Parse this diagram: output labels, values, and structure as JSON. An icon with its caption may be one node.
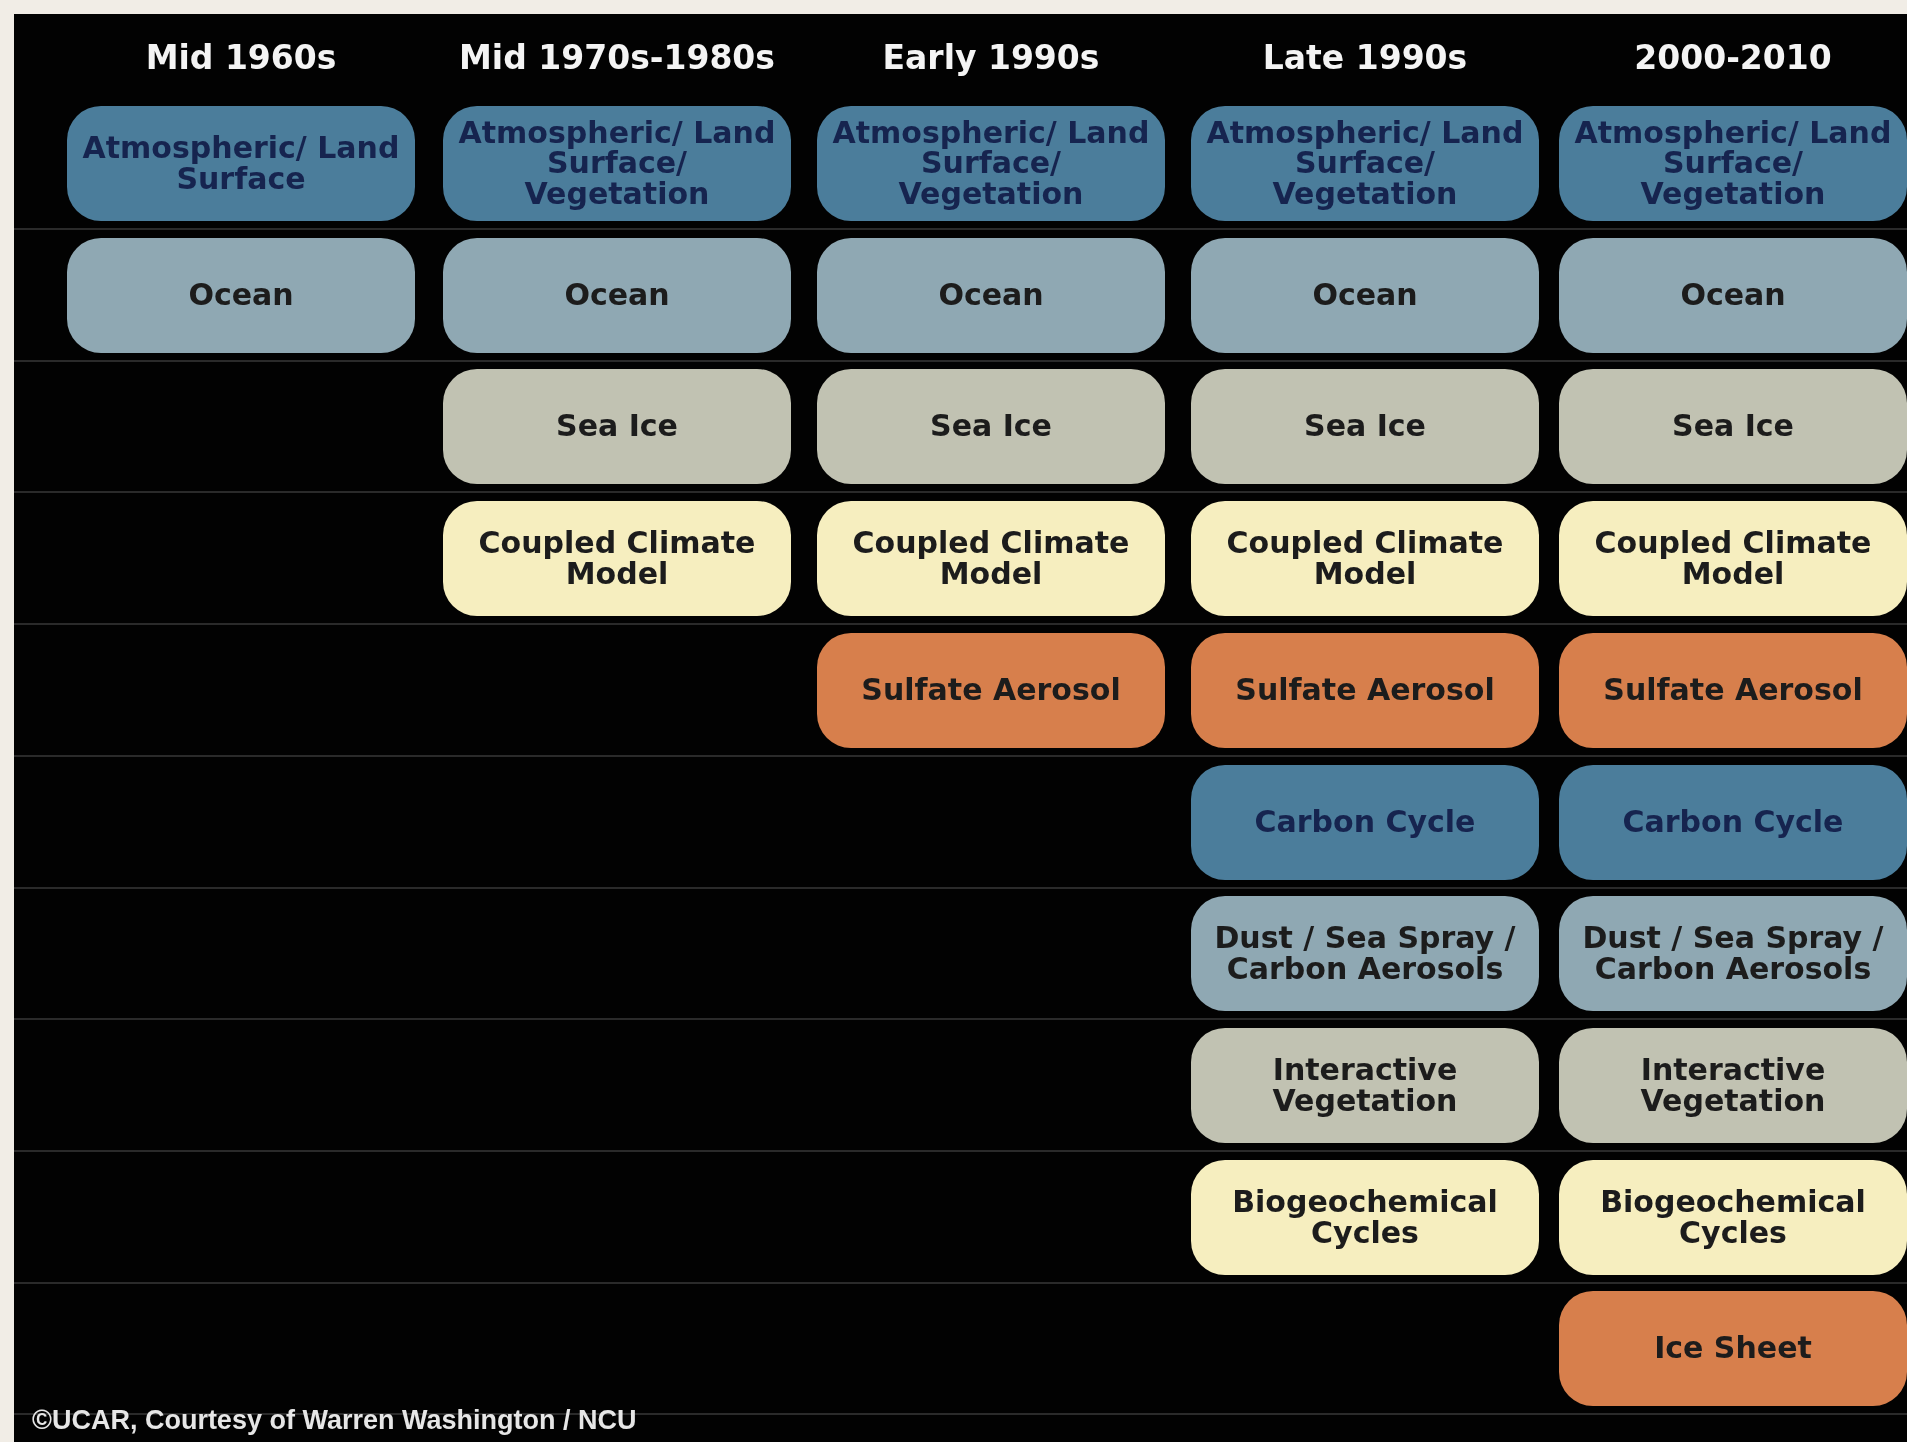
{
  "diagram": {
    "caption": "©UCAR, Courtesy of Warren Washington / NCU",
    "nodes": [
      {
        "text": [
          "Atmospheric/ Land Surface"
        ]
      },
      {
        "text": [
          "Atmospheric/ Land Surface/ Vegetation"
        ]
      },
      {
        "text": [
          "Atmospheric/ Land Surface/ Vegetation"
        ]
      },
      {
        "text": [
          "Atmospheric/ Land Surface/ Vegetation"
        ]
      },
      {
        "text": [
          "Atmospheric/ Land Surface/ Vegetation"
        ]
      },
      {
        "text": [
          "Ocean"
        ]
      },
      {
        "text": [
          "Ocean"
        ]
      },
      {
        "text": [
          "Ocean"
        ]
      },
      {
        "text": [
          "Ocean"
        ]
      },
      {
        "text": [
          "Ocean"
        ]
      },
      {
        "text": [
          "Sea Ice"
        ]
      },
      {
        "text": [
          "Sea Ice"
        ]
      },
      {
        "text": [
          "Sea Ice"
        ]
      },
      {
        "text": [
          "Sea Ice"
        ]
      },
      {
        "text": [
          "Coupled Climate Model"
        ]
      },
      {
        "text": [
          "Coupled Climate Model"
        ]
      },
      {
        "text": [
          "Coupled Climate Model"
        ]
      },
      {
        "text": [
          "Coupled Climate Model"
        ]
      },
      {
        "text": [
          "Sulfate Aerosol"
        ]
      },
      {
        "text": [
          "Sulfate Aerosol"
        ]
      },
      {
        "text": [
          "Sulfate Aerosol"
        ]
      },
      {
        "text": [
          "Carbon Cycle"
        ]
      },
      {
        "text": [
          "Carbon Cycle"
        ]
      },
      {
        "text": [
          "Dust / Sea Spray / Carbon Aerosols"
        ]
      },
      {
        "text": [
          "Dust / Sea Spray / Carbon Aerosols"
        ]
      },
      {
        "text": [
          "Interactive Vegetation"
        ]
      },
      {
        "text": [
          "Interactive Vegetation"
        ]
      },
      {
        "text": [
          "Biogeochemical Cycles"
        ]
      },
      {
        "text": [
          "Biogeochemical Cycles"
        ]
      },
      {
        "text": [
          "Ice Sheet"
        ]
      }
    ],
    "labels": [
      "Mid 1960s",
      "Mid 1970s-1980s",
      "Early 1990s",
      "Late 1990s",
      "2000-2010"
    ]
  }
}
